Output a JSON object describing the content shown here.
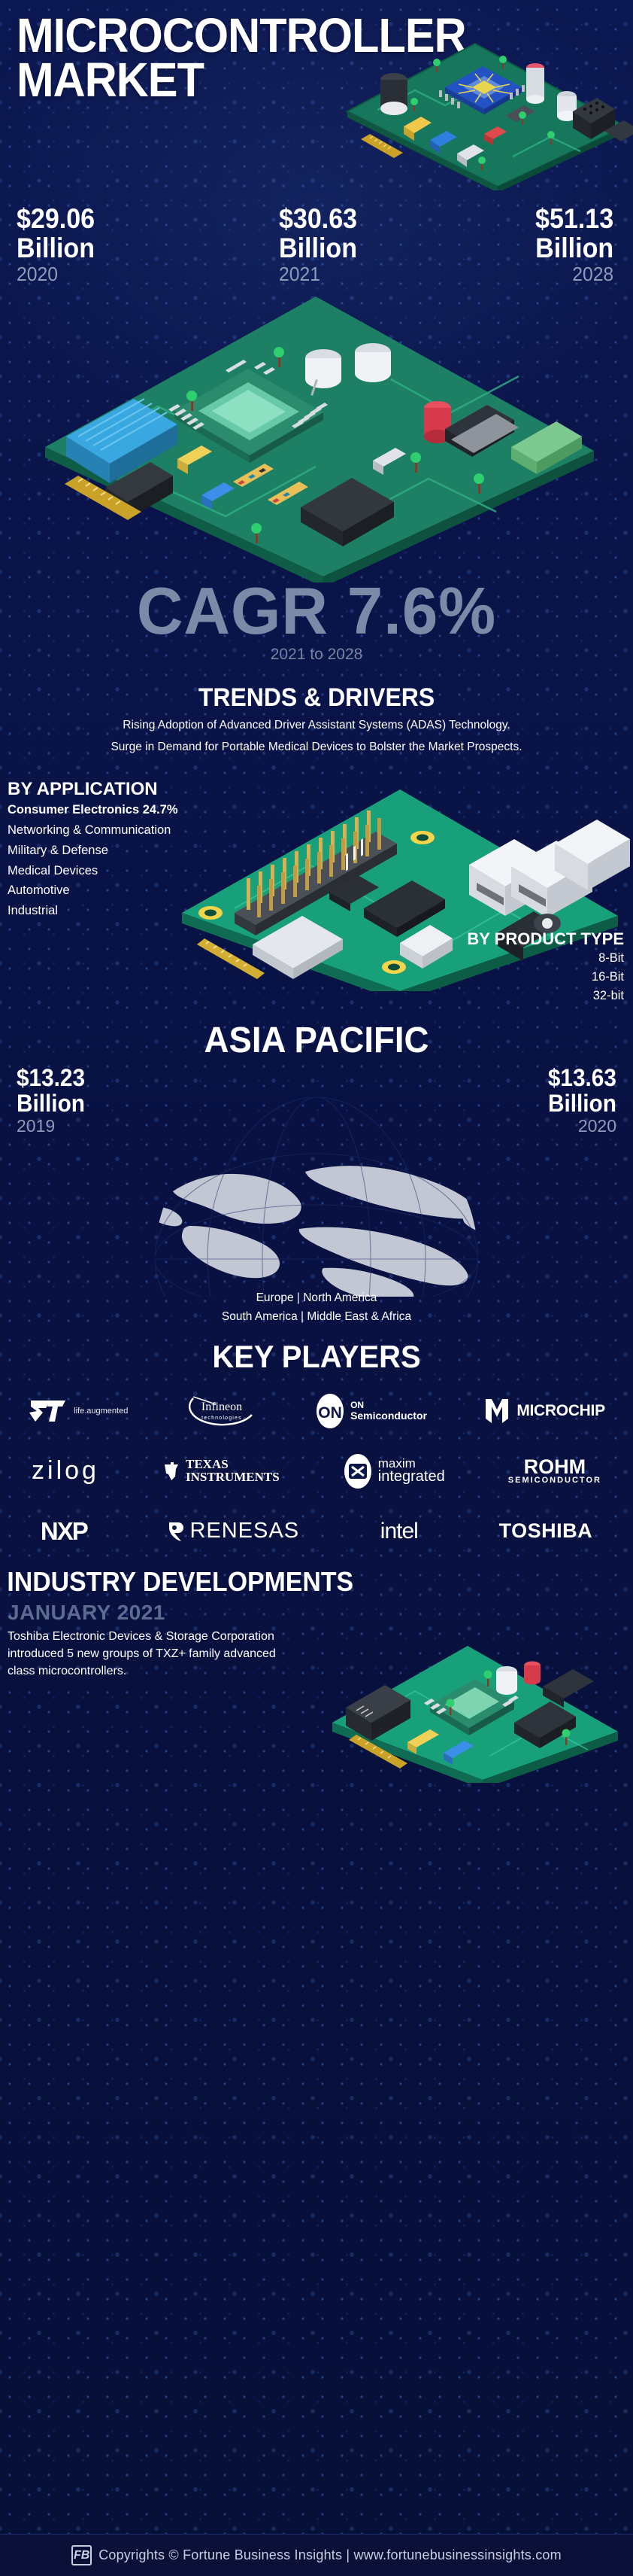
{
  "header": {
    "title_line1": "MICROCONTROLLER",
    "title_line2": "MARKET",
    "board_icon": "circuit-board-isometric-icon"
  },
  "market_stats": [
    {
      "value": "$29.06",
      "unit": "Billion",
      "year": "2020"
    },
    {
      "value": "$30.63",
      "unit": "Billion",
      "year": "2021"
    },
    {
      "value": "$51.13",
      "unit": "Billion",
      "year": "2028"
    }
  ],
  "cagr": {
    "label": "CAGR 7.6%",
    "period": "2021 to 2028"
  },
  "trends": {
    "title": "TRENDS & DRIVERS",
    "lines": [
      "Rising Adoption of Advanced Driver Assistant Systems (ADAS) Technology.",
      "Surge in Demand for Portable Medical Devices to Bolster the Market Prospects."
    ]
  },
  "by_application": {
    "title": "BY APPLICATION",
    "items": [
      "Consumer Electronics 24.7%",
      "Networking & Communication",
      "Military & Defense",
      "Medical Devices",
      "Automotive",
      "Industrial"
    ]
  },
  "by_product_type": {
    "title": "BY PRODUCT TYPE",
    "items": [
      "8-Bit",
      "16-Bit",
      "32-bit"
    ]
  },
  "region_section": {
    "title": "ASIA PACIFIC",
    "stats": [
      {
        "value": "$13.23",
        "unit": "Billion",
        "year": "2019"
      },
      {
        "value": "$13.63",
        "unit": "Billion",
        "year": "2020"
      }
    ],
    "regions_line1": "Europe  |  North America",
    "regions_line2": "South America  |  Middle East & Africa"
  },
  "key_players": {
    "title": "KEY PLAYERS",
    "rows": [
      [
        {
          "name": "ST",
          "tagline": "life.augmented",
          "icon": "st-logo-icon"
        },
        {
          "name": "Infineon",
          "tagline": "technologies",
          "icon": "infineon-logo-icon"
        },
        {
          "name": "ON",
          "tagline": "Semiconductor",
          "icon": "on-semiconductor-logo-icon"
        },
        {
          "name": "MICROCHIP",
          "tagline": "",
          "icon": "microchip-logo-icon"
        }
      ],
      [
        {
          "name": "zilog",
          "tagline": "",
          "icon": "zilog-logo-icon"
        },
        {
          "name": "TEXAS",
          "tagline": "INSTRUMENTS",
          "icon": "texas-instruments-logo-icon"
        },
        {
          "name": "maxim",
          "tagline": "integrated",
          "icon": "maxim-integrated-logo-icon"
        },
        {
          "name": "ROHM",
          "tagline": "SEMICONDUCTOR",
          "icon": "rohm-logo-icon"
        }
      ],
      [
        {
          "name": "NXP",
          "tagline": "",
          "icon": "nxp-logo-icon"
        },
        {
          "name": "RENESAS",
          "tagline": "",
          "icon": "renesas-logo-icon"
        },
        {
          "name": "intel",
          "tagline": "",
          "icon": "intel-logo-icon"
        },
        {
          "name": "TOSHIBA",
          "tagline": "",
          "icon": "toshiba-logo-icon"
        }
      ]
    ]
  },
  "industry_developments": {
    "title": "INDUSTRY DEVELOPMENTS",
    "date": "JANUARY 2021",
    "body": "Toshiba Electronic Devices & Storage Corporation introduced 5 new groups of TXZ+ family advanced class microcontrollers."
  },
  "footer": {
    "logo_text": "FB",
    "text": "Copyrights © Fortune Business Insights | www.fortunebusinessinsights.com"
  },
  "colors": {
    "background": "#0a1647",
    "accent_gray": "#7c8aa8",
    "text_white": "#ffffff",
    "board_green": "#1f7a5e",
    "footer_bg": "#0a1038"
  },
  "chart_data": {
    "type": "bar",
    "title": "Microcontroller Market Size",
    "categories": [
      "2020",
      "2021",
      "2028"
    ],
    "values": [
      29.06,
      30.63,
      51.13
    ],
    "ylabel": "USD Billion",
    "annotations": [
      "CAGR 7.6%",
      "2021 to 2028"
    ],
    "regional": {
      "region": "ASIA PACIFIC",
      "categories": [
        "2019",
        "2020"
      ],
      "values": [
        13.23,
        13.63
      ]
    },
    "application_share": {
      "categories": [
        "Consumer Electronics",
        "Networking & Communication",
        "Military & Defense",
        "Medical Devices",
        "Automotive",
        "Industrial"
      ],
      "values": [
        24.7,
        null,
        null,
        null,
        null,
        null
      ]
    }
  }
}
